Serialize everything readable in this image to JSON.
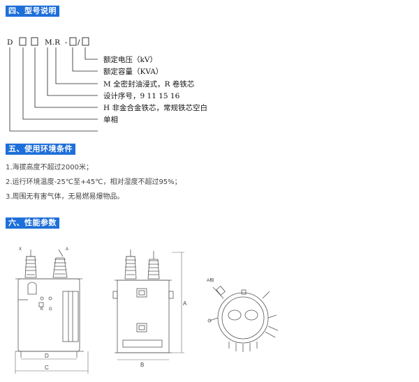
{
  "section4": {
    "title": "四、型号说明",
    "code_parts": [
      "D",
      "M.R",
      "-",
      "/"
    ],
    "legend": [
      "额定电压（kV）",
      "额定容量（KVA）",
      "M 全密封油浸式，R 卷铁芯",
      "设计序号，9 11 15 16",
      "H 非金合金铁芯，常规铁芯空白",
      "单相"
    ]
  },
  "section5": {
    "title": "五、使用环境条件",
    "conditions": [
      "1.海拔高度不超过2000米；",
      "2.运行环境温度-25℃至+45℃，相对湿度不超过95%；",
      "3.周围无有害气体，无易燃易爆物品。"
    ]
  },
  "section6": {
    "title": "六、性能参数"
  },
  "drawing_labels": {
    "front_bushing_left": "X",
    "front_bushing_right": "A",
    "front_mark_k": "K",
    "front_mark_g": "G",
    "dim_d": "D",
    "dim_c": "C",
    "dim_b": "B",
    "dim_a": "A",
    "top_label": "A相"
  }
}
